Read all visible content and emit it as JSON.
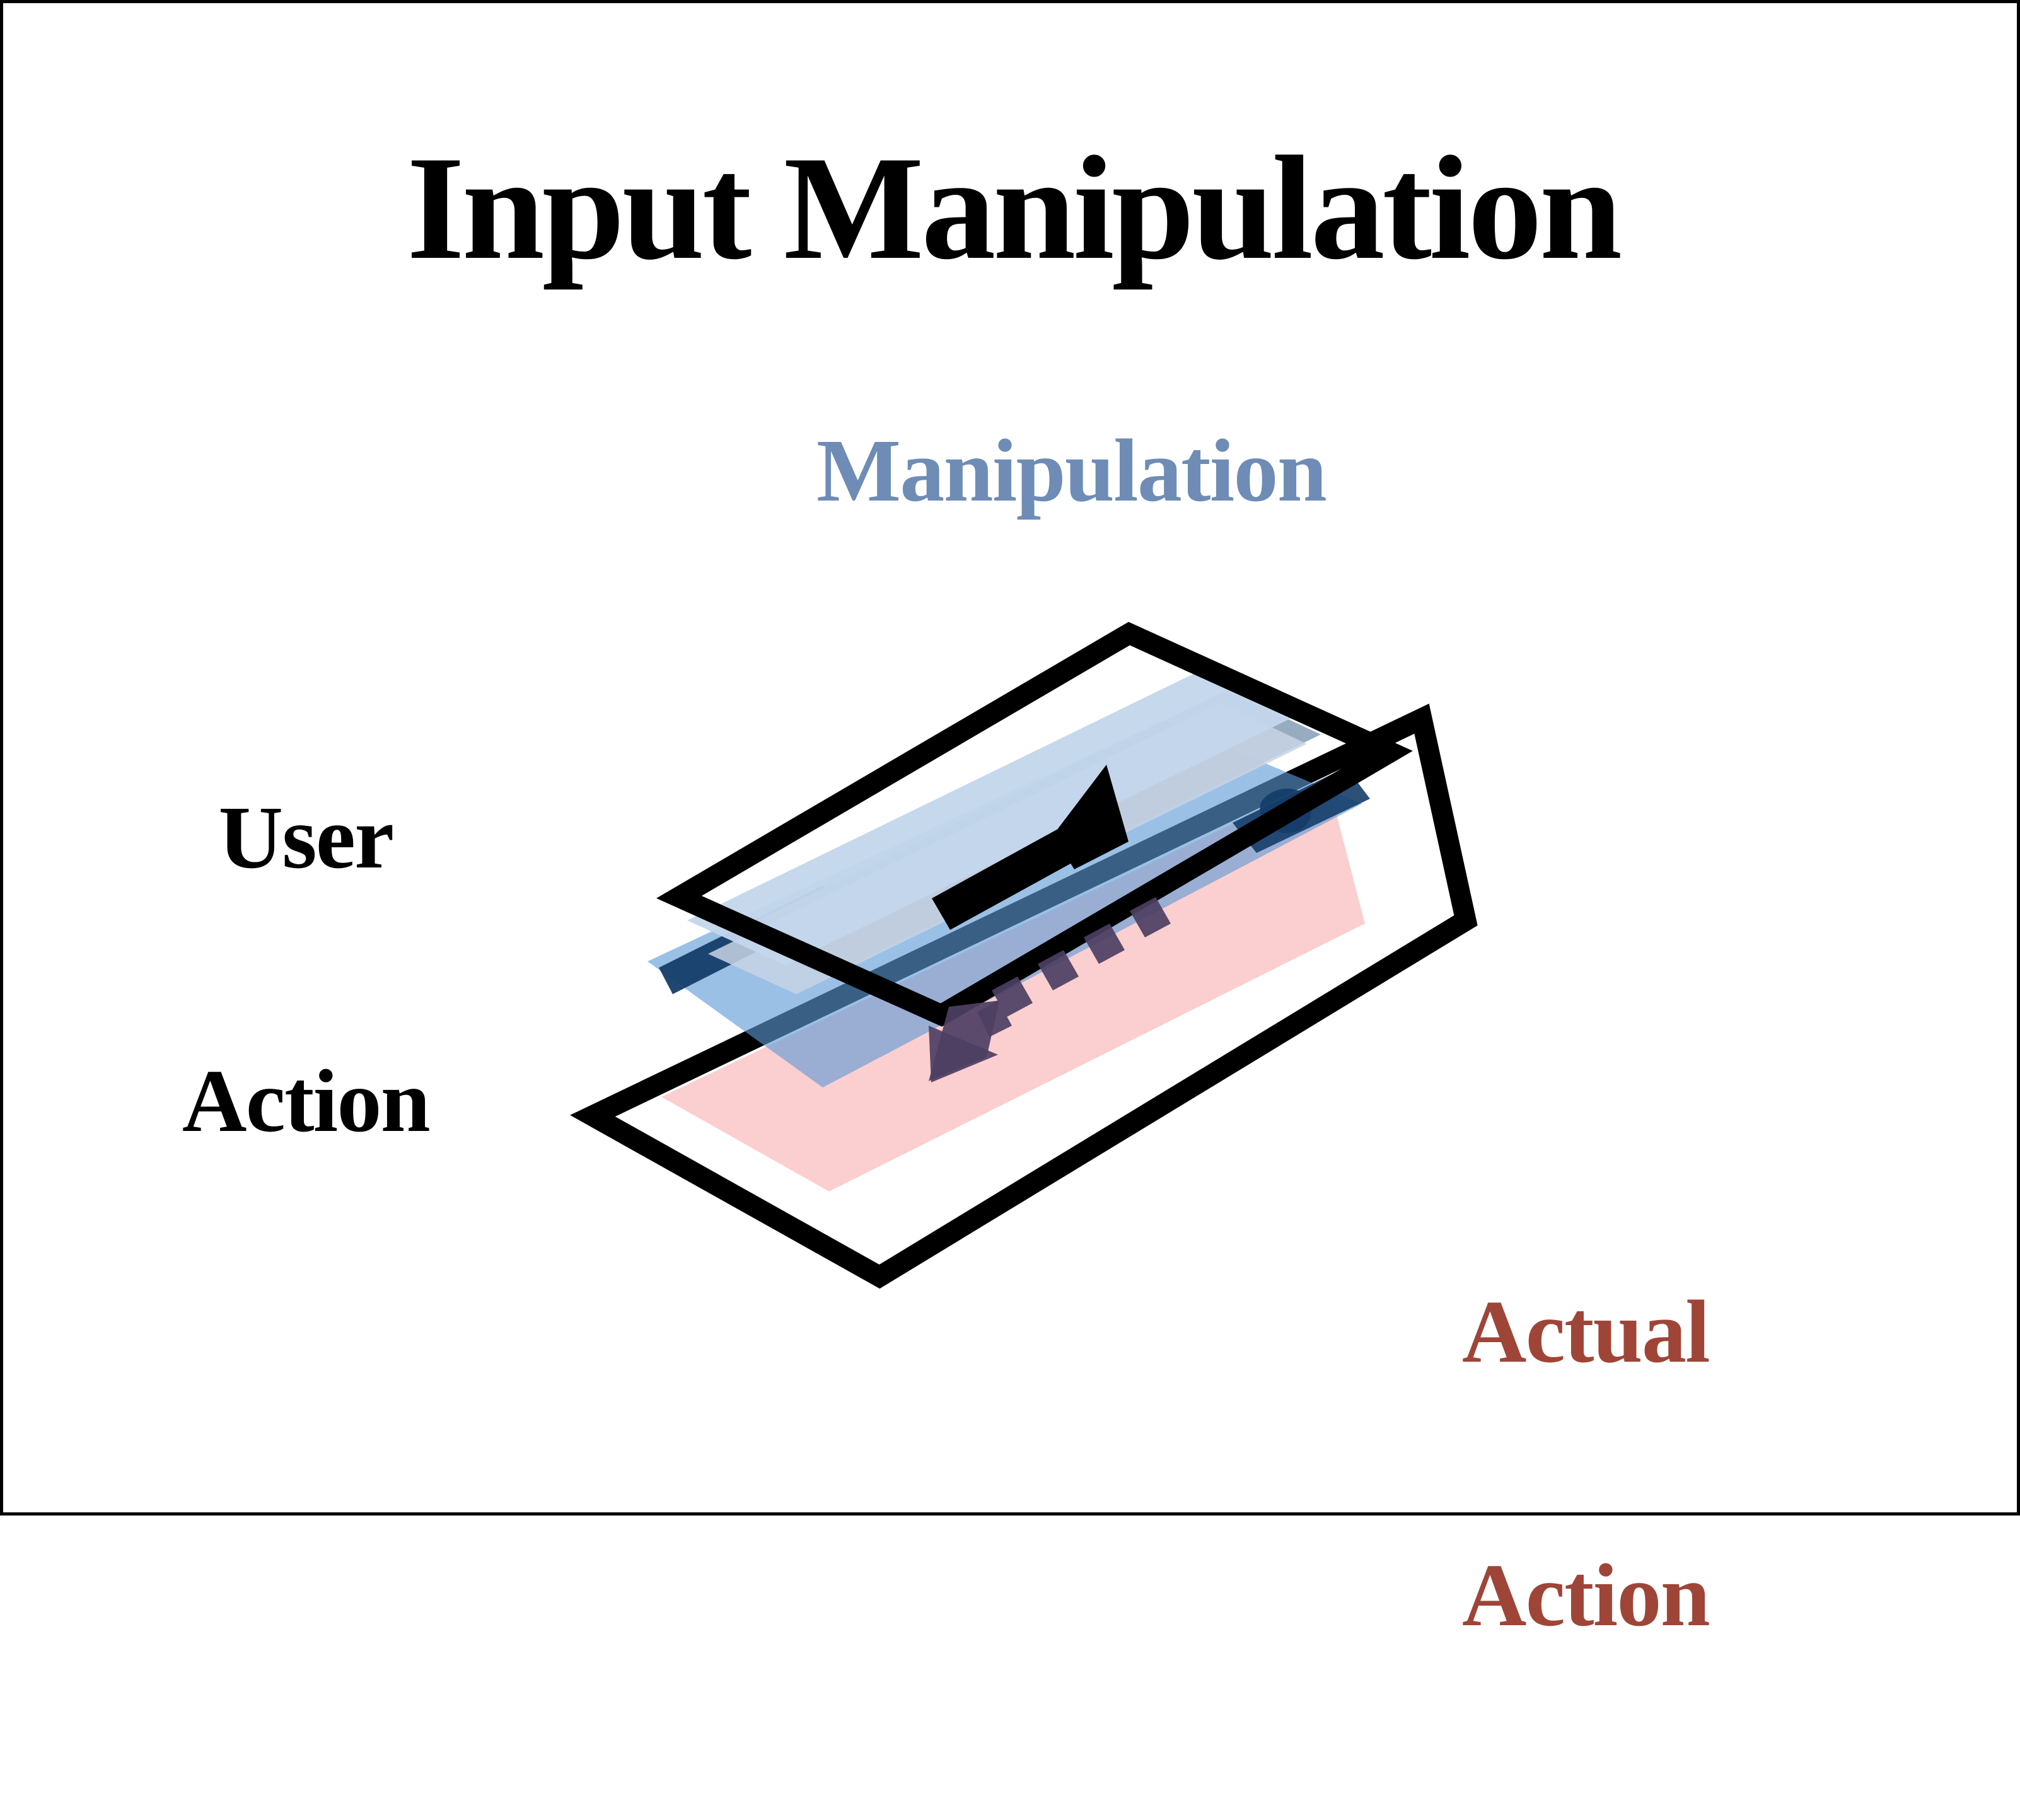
{
  "figure": {
    "title": "Input Manipulation",
    "type": "concept-diagram",
    "background_color": "#FFFFFF",
    "border_color": "#000000"
  },
  "labels": {
    "manipulation": {
      "text": "Manipulation",
      "color": "#6E8CB5",
      "position": "top-center-right"
    },
    "user_action": {
      "line1": "User",
      "line2": "Action",
      "color": "#000000",
      "position": "left"
    },
    "actual_action": {
      "line1": "Actual",
      "line2": "Action",
      "color": "#9F4538",
      "position": "bottom-right"
    }
  },
  "diagram": {
    "description": "Two overlapping tilted rectangular outlines representing stacked input planes, with translucent blue and pink overlay panels between them. A solid black arrow points up-right (user action) and a dashed dark-purple arrow points down-left (actual action), indicating the manipulated input diverges from the intended one.",
    "shapes": {
      "upper_frame": {
        "name": "user-action-plane",
        "stroke": "#000000",
        "fill": "none",
        "rotation_deg": -26
      },
      "lower_frame": {
        "name": "actual-action-plane",
        "stroke": "#000000",
        "fill": "none",
        "rotation_deg": -26
      },
      "light_blue_panel": {
        "color": "#C3D6EB",
        "opacity": 0.95
      },
      "light_blue_panel_shadow": {
        "color": "#8FA5BC",
        "opacity": 0.9
      },
      "pale_blue_panel": {
        "color": "#C8D3E4",
        "opacity": 0.85
      },
      "medium_blue_panel": {
        "color": "#7FAEDC",
        "opacity": 0.9
      },
      "pink_panel": {
        "color": "#FBCFCF",
        "opacity": 1.0
      },
      "navy_marker": {
        "color": "#153D69",
        "name": "cursor-blob"
      }
    },
    "arrows": {
      "user_arrow": {
        "name": "user-action-arrow",
        "style": "solid",
        "color": "#000000",
        "direction": "up-right"
      },
      "actual_arrow": {
        "name": "actual-action-arrow",
        "style": "dashed",
        "color": "#4D3F63",
        "direction": "down-left"
      }
    }
  }
}
